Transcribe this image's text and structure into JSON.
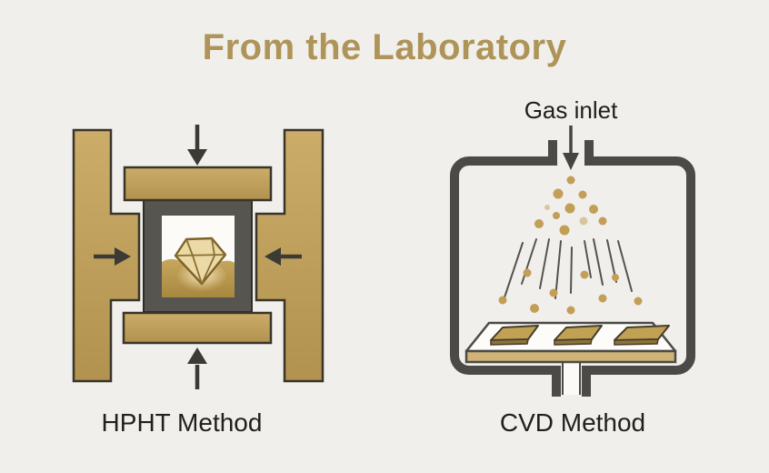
{
  "title": "From the Laboratory",
  "figures": {
    "hpht": {
      "label": "HPHT Method"
    },
    "cvd": {
      "label": "CVD Method",
      "gas_inlet_label": "Gas inlet"
    }
  },
  "colors": {
    "background": "#f1efeb",
    "title_gold": "#ae9458",
    "anvil_tan": "#bfa15c",
    "anvil_outline": "#3a342a",
    "frame_charcoal": "#565550",
    "chamber_charcoal": "#4b4a46",
    "arrow_dark": "#3b3a35",
    "dot_gold": "#c29e57",
    "dot_gold_light": "#d8c69e",
    "melt_gold": "#b59245",
    "diamond_fill": "#ebd9a6",
    "diamond_outline": "#7d6328",
    "label_text": "#21201d"
  }
}
